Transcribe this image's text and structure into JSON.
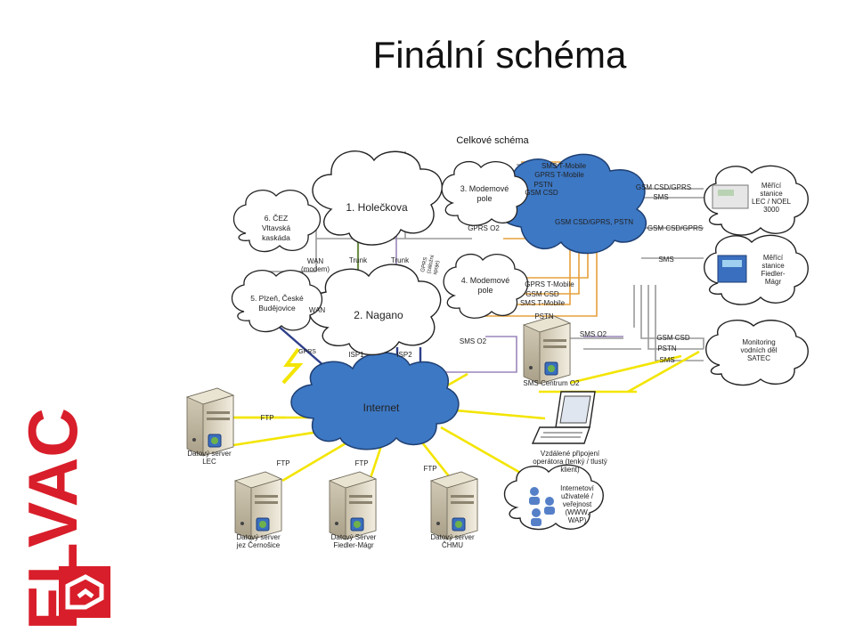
{
  "slide": {
    "title": "Finální schéma",
    "subtitle": "Celkové schéma",
    "brand": "ELVAC"
  },
  "sites": {
    "holeckova": "1. Holečkova",
    "nagano": "2. Nagano",
    "modem3": [
      "3. Modemové",
      "pole"
    ],
    "modem4": [
      "4. Modemové",
      "pole"
    ],
    "plzen": [
      "5. Plzeň, České",
      "Budějovice"
    ],
    "cez": [
      "6. ČEZ",
      "Vltavská",
      "kaskáda"
    ]
  },
  "clouds": {
    "mobile": "",
    "internet": "Internet",
    "lec_stations": [
      "Měřící",
      "stanice",
      "LEC / NOEL",
      "3000"
    ],
    "fiedler_stations": [
      "Měřící",
      "stanice",
      "Fiedler-",
      "Mágr"
    ],
    "satec": [
      "Monitoring",
      "vodních děl",
      "SATEC"
    ],
    "public_users": [
      "Internetoví",
      "uživatelé /",
      "veřejnost",
      "(WWW,",
      "WAP)"
    ]
  },
  "servers": {
    "sms_centrum": "SMS Centrum O2",
    "lec": [
      "Datový server",
      "LEC"
    ],
    "cernosice": [
      "Datový server",
      "jez Černošice"
    ],
    "fiedler": [
      "Datový Server",
      "Fiedler-Mágr"
    ],
    "chmu": [
      "Datový server",
      "ČHMU"
    ],
    "operator": [
      "Vzdálené připojení",
      "operátora (tenký / tlustý",
      "klient)"
    ]
  },
  "links": {
    "sms_tmobile_top": "SMS T-Mobile",
    "gprs_tmobile_top": "GPRS T-Mobile",
    "pstn_top": "PSTN",
    "gsm_csd_top": "GSM CSD",
    "gprs_o2": "GPRS O2",
    "gsm_csd_gprs_pstn": "GSM CSD/GPRS, PSTN",
    "gsm_csd_gprs_right": "GSM CSD/GPRS",
    "sms_right_top": "SMS",
    "gsm_csd_gprs_mid": "GSM CSD/GPRS",
    "sms_fiedler": "SMS",
    "wan_modem": [
      "WAN",
      "(modem)"
    ],
    "wan": "WAN",
    "trunk1": "Trunk",
    "trunk2": "Trunk",
    "gprs_backup": [
      "GPRS",
      "(záložní",
      "spoje)"
    ],
    "gprs_t_mobile_4": "GPRS T-Mobile",
    "gsm_csd_4": "GSM CSD",
    "sms_tmobile_4": "SMS T-Mobile",
    "pstn_4": "PSTN",
    "gprs_plzen": "GPRS",
    "isp1": "ISP1",
    "isp2": "ISP2",
    "sms_o2_left": "SMS O2",
    "sms_o2_right": "SMS O2",
    "gsm_csd_satec": "GSM CSD",
    "pstn_satec": "PSTN",
    "sms_satec": "SMS",
    "ftp_lec": "FTP",
    "ftp_cer": "FTP",
    "ftp_fied": "FTP",
    "ftp_chmu": "FTP"
  },
  "colors": {
    "brand_red": "#d81e2a",
    "cloud_blue": "#3d78c4",
    "link_yellow": "#f2e600",
    "link_orange": "#e8a23a",
    "link_gray": "#8a8a8a",
    "link_blue": "#2c3f8c",
    "link_purple": "#8a6da8",
    "link_green": "#4b8a4b"
  }
}
